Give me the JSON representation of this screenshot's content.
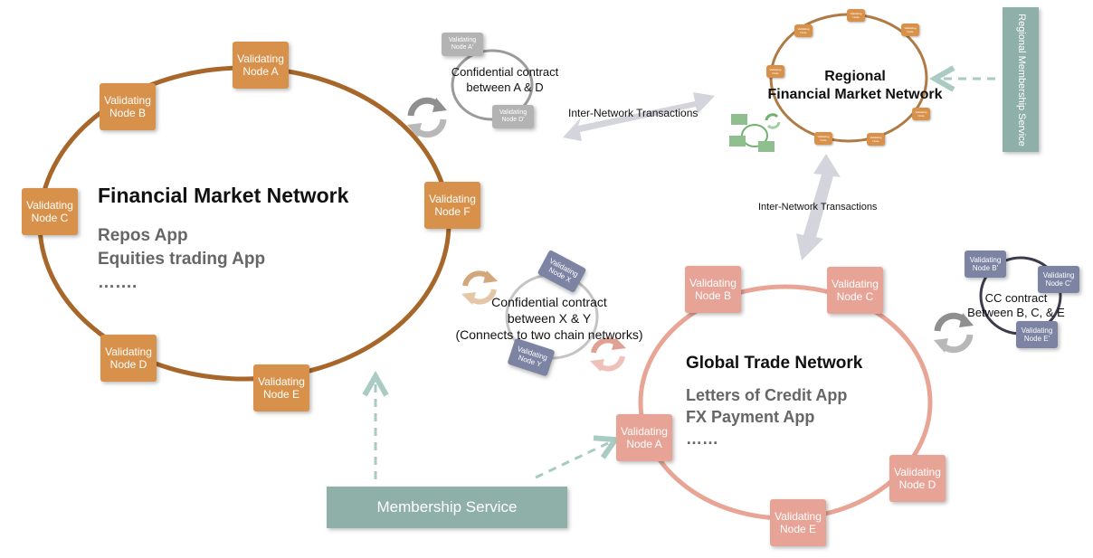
{
  "financial": {
    "title": "Financial Market Network",
    "apps": [
      "Repos App",
      "Equities trading App",
      "……."
    ],
    "nodes": [
      "Validating Node A",
      "Validating Node B",
      "Validating Node C",
      "Validating Node D",
      "Validating Node E",
      "Validating Node F"
    ]
  },
  "confidential_ad": {
    "label_line1": "Confidential contract",
    "label_line2": "between A & D",
    "nodes": [
      "Validating Node A'",
      "Validating Node D'"
    ]
  },
  "inter_network_1": "Inter-Network Transactions",
  "inter_network_2": "Inter-Network Transactions",
  "regional": {
    "title_line1": "Regional",
    "title_line2": "Financial Market Network",
    "membership": "Regional Membership Service",
    "nodes": [
      "Validating Node",
      "Validating Node",
      "Validating Node",
      "Validating Node",
      "Validating Node",
      "Validating Node",
      "Validating Node"
    ]
  },
  "confidential_xy": {
    "label_line1": "Confidential contract",
    "label_line2": "between X & Y",
    "label_line3": "(Connects to two chain networks)",
    "nodes": [
      "Validating Node X",
      "Validating Node Y"
    ]
  },
  "global": {
    "title": "Global Trade Network",
    "apps": [
      "Letters of Credit App",
      "FX Payment App",
      "……"
    ],
    "nodes": [
      "Validating Node A",
      "Validating Node B",
      "Validating Node C",
      "Validating Node D",
      "Validating Node E"
    ]
  },
  "cc_contract": {
    "label_line1": "CC contract",
    "label_line2": "Between B, C, & E",
    "nodes": [
      "Validating Node B'",
      "Validating Node C'",
      "Validating Node E'"
    ]
  },
  "membership_service": "Membership Service",
  "colors": {
    "financial_ring": "#a8672a",
    "financial_node": "#d8914a",
    "global_ring": "#e8a596",
    "global_node": "#e6a396",
    "membership": "#8fb0a8",
    "slate_node": "#7d84a3",
    "gray_node": "#b3b3b3"
  }
}
